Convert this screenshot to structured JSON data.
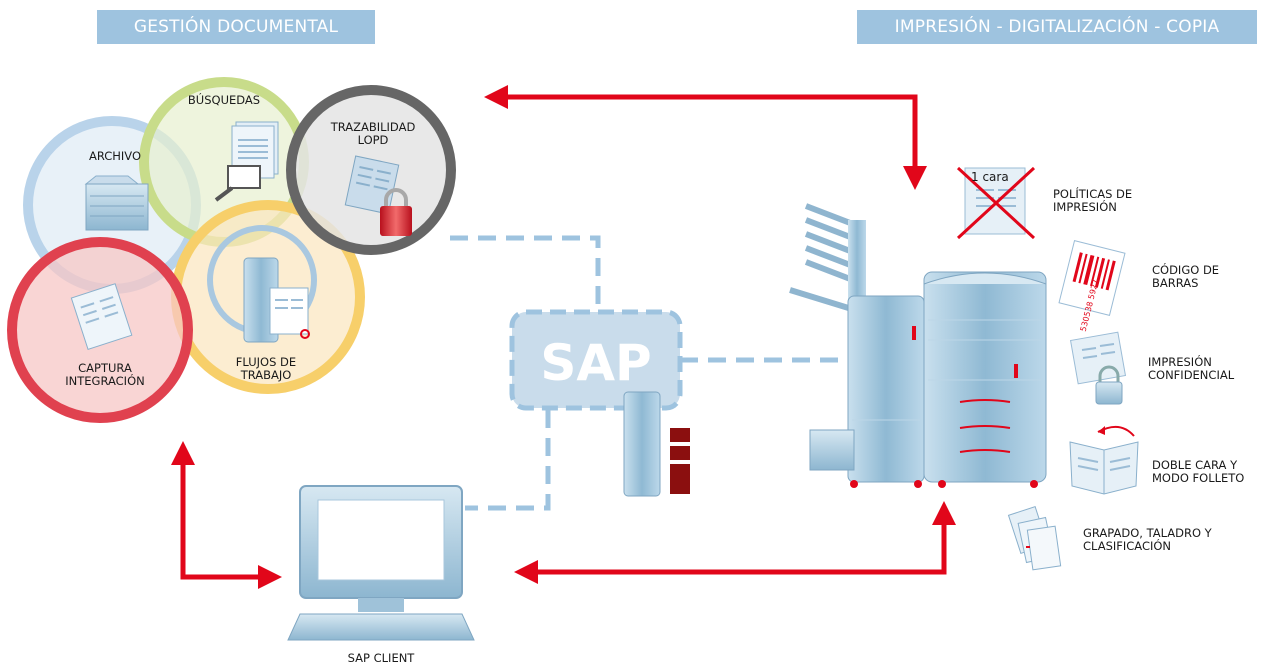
{
  "banners": {
    "left": "GESTIÓN DOCUMENTAL",
    "right": "IMPRESIÓN - DIGITALIZACIÓN - COPIA"
  },
  "modules": {
    "busquedas": "BÚSQUEDAS",
    "archivo": "ARCHIVO",
    "trazabilidad_line1": "TRAZABILIDAD",
    "trazabilidad_line2": "LOPD",
    "captura_line1": "CAPTURA",
    "captura_line2": "INTEGRACIÓN",
    "flujos_line1": "FLUJOS DE",
    "flujos_line2": "TRABAJO"
  },
  "center": {
    "sap": "SAP",
    "client": "SAP CLIENT"
  },
  "features": {
    "one_side_note": "1 cara",
    "politicas_line1": "POLÍTICAS DE",
    "politicas_line2": "IMPRESIÓN",
    "codigo_line1": "CÓDIGO DE",
    "codigo_line2": "BARRAS",
    "confidencial_line1": "IMPRESIÓN",
    "confidencial_line2": "CONFIDENCIAL",
    "doble_line1": "DOBLE CARA Y",
    "doble_line2": "MODO FOLLETO",
    "grapado_line1": "GRAPADO, TALADRO Y",
    "grapado_line2": "CLASIFICACIÓN",
    "barcode_text": "530538 5927"
  },
  "colors": {
    "banner": "#9ec3df",
    "arrow": "#e1061a",
    "dashed_link": "#9ec3df",
    "circle_archivo": "#b9d3ea",
    "circle_busquedas": "#c8dc8a",
    "circle_trazabilidad": "#666666",
    "circle_captura": "#e0414f",
    "circle_flujos": "#f7cf6a"
  }
}
